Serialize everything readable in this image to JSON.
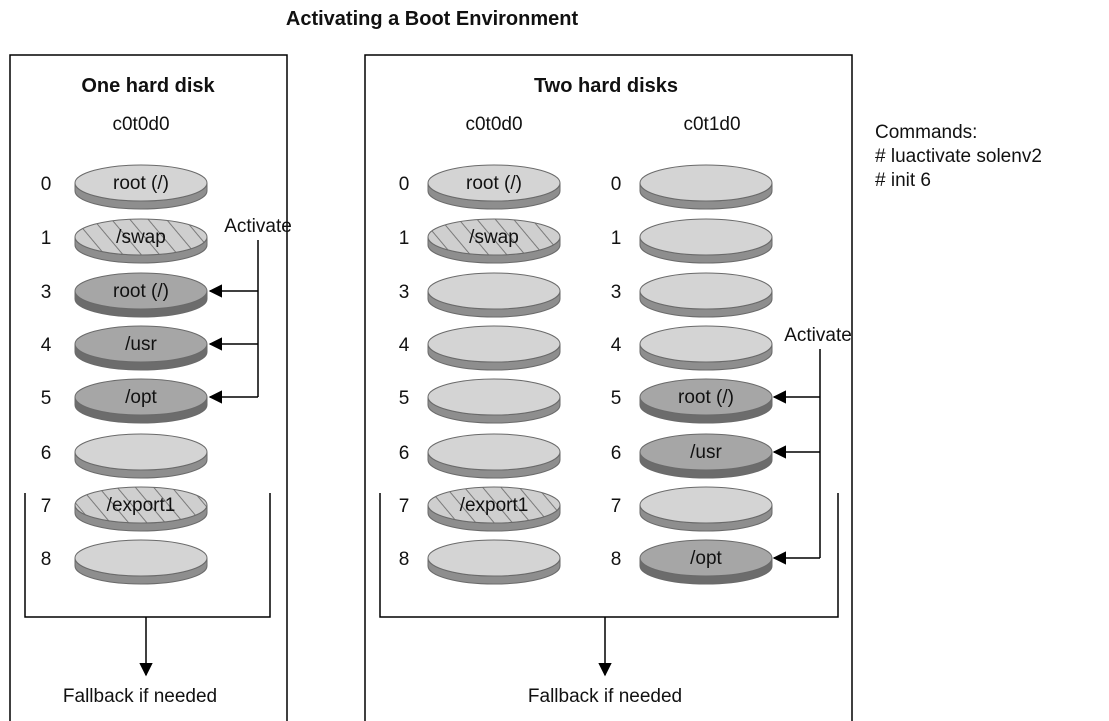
{
  "title": "Activating a Boot Environment",
  "left_panel": {
    "heading": "One hard disk",
    "disk_label": "c0t0d0",
    "slices": [
      {
        "num": "0",
        "label": "root (/)",
        "style": "light"
      },
      {
        "num": "1",
        "label": "/swap",
        "style": "hatched"
      },
      {
        "num": "3",
        "label": "root (/)",
        "style": "dark"
      },
      {
        "num": "4",
        "label": "/usr",
        "style": "dark"
      },
      {
        "num": "5",
        "label": "/opt",
        "style": "dark"
      },
      {
        "num": "6",
        "label": "",
        "style": "light"
      },
      {
        "num": "7",
        "label": "/export1",
        "style": "hatched"
      },
      {
        "num": "8",
        "label": "",
        "style": "light"
      }
    ],
    "activate_label": "Activate",
    "fallback_label": "Fallback if needed"
  },
  "right_panel": {
    "heading": "Two hard disks",
    "disk1_label": "c0t0d0",
    "disk2_label": "c0t1d0",
    "disk1_slices": [
      {
        "num": "0",
        "label": "root (/)",
        "style": "light"
      },
      {
        "num": "1",
        "label": "/swap",
        "style": "hatched"
      },
      {
        "num": "3",
        "label": "",
        "style": "light"
      },
      {
        "num": "4",
        "label": "",
        "style": "light"
      },
      {
        "num": "5",
        "label": "",
        "style": "light"
      },
      {
        "num": "6",
        "label": "",
        "style": "light"
      },
      {
        "num": "7",
        "label": "/export1",
        "style": "hatched"
      },
      {
        "num": "8",
        "label": "",
        "style": "light"
      }
    ],
    "disk2_slices": [
      {
        "num": "0",
        "label": "",
        "style": "light"
      },
      {
        "num": "1",
        "label": "",
        "style": "light"
      },
      {
        "num": "3",
        "label": "",
        "style": "light"
      },
      {
        "num": "4",
        "label": "",
        "style": "light"
      },
      {
        "num": "5",
        "label": "root (/)",
        "style": "dark"
      },
      {
        "num": "6",
        "label": "/usr",
        "style": "dark"
      },
      {
        "num": "7",
        "label": "",
        "style": "light"
      },
      {
        "num": "8",
        "label": "/opt",
        "style": "dark"
      }
    ],
    "activate_label": "Activate",
    "fallback_label": "Fallback if needed"
  },
  "commands": {
    "heading": "Commands:",
    "lines": [
      "# luactivate solenv2",
      "# init 6"
    ]
  },
  "colors": {
    "light_top": "#d4d4d4",
    "light_side": "#8e8e8e",
    "dark_top": "#a6a6a6",
    "dark_side": "#6c6c6c",
    "outline": "#6a6a6a",
    "hatch_line": "#7a7a7a"
  }
}
